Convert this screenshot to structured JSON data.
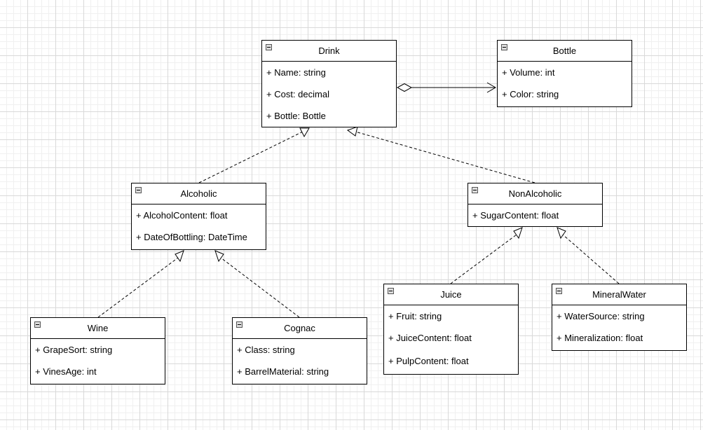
{
  "classes": {
    "drink": {
      "name": "Drink",
      "attributes": [
        "+ Name: string",
        "+ Cost: decimal",
        "+ Bottle: Bottle"
      ]
    },
    "bottle": {
      "name": "Bottle",
      "attributes": [
        "+ Volume: int",
        "+ Color: string"
      ]
    },
    "alcoholic": {
      "name": "Alcoholic",
      "attributes": [
        "+ AlcoholContent: float",
        "+ DateOfBottling: DateTime"
      ]
    },
    "nonalcoholic": {
      "name": "NonAlcoholic",
      "attributes": [
        "+ SugarContent: float"
      ]
    },
    "wine": {
      "name": "Wine",
      "attributes": [
        "+ GrapeSort: string",
        "+ VinesAge: int"
      ]
    },
    "cognac": {
      "name": "Cognac",
      "attributes": [
        "+ Class: string",
        "+ BarrelMaterial: string"
      ]
    },
    "juice": {
      "name": "Juice",
      "attributes": [
        "+ Fruit: string",
        "+ JuiceContent: float",
        "+ PulpContent: float"
      ]
    },
    "mineralwater": {
      "name": "MineralWater",
      "attributes": [
        "+ WaterSource: string",
        "+ Mineralization: float"
      ]
    }
  },
  "relations": [
    {
      "type": "aggregation",
      "from": "Drink",
      "to": "Bottle"
    },
    {
      "type": "realization",
      "from": "Alcoholic",
      "to": "Drink"
    },
    {
      "type": "realization",
      "from": "NonAlcoholic",
      "to": "Drink"
    },
    {
      "type": "realization",
      "from": "Wine",
      "to": "Alcoholic"
    },
    {
      "type": "realization",
      "from": "Cognac",
      "to": "Alcoholic"
    },
    {
      "type": "realization",
      "from": "Juice",
      "to": "NonAlcoholic"
    },
    {
      "type": "realization",
      "from": "MineralWater",
      "to": "NonAlcoholic"
    }
  ]
}
